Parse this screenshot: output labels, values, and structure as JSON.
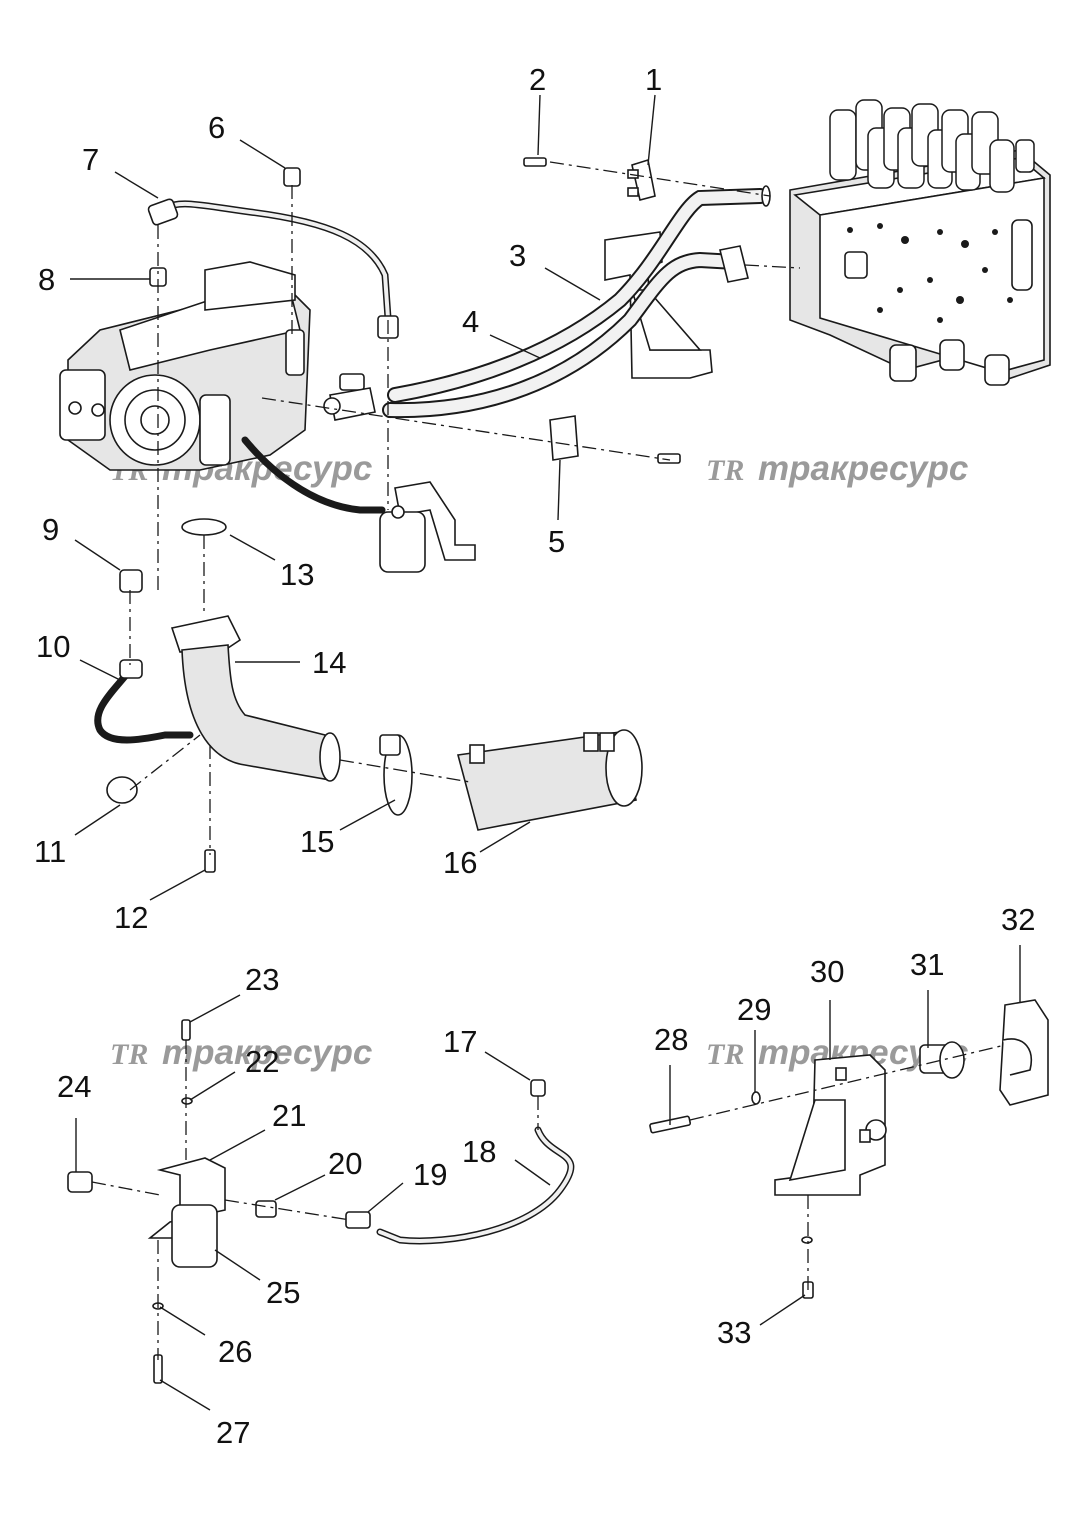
{
  "watermark": {
    "logo_text": "TR",
    "brand_text": "тракресурс"
  },
  "callouts": [
    "1",
    "2",
    "3",
    "4",
    "5",
    "6",
    "7",
    "8",
    "9",
    "10",
    "11",
    "12",
    "13",
    "14",
    "15",
    "16",
    "17",
    "18",
    "19",
    "20",
    "21",
    "22",
    "23",
    "24",
    "25",
    "26",
    "27",
    "28",
    "29",
    "30",
    "31",
    "32",
    "33"
  ],
  "colors": {
    "line": "#1a1a1a",
    "watermark": "#9a9a9a",
    "background": "#ffffff"
  }
}
